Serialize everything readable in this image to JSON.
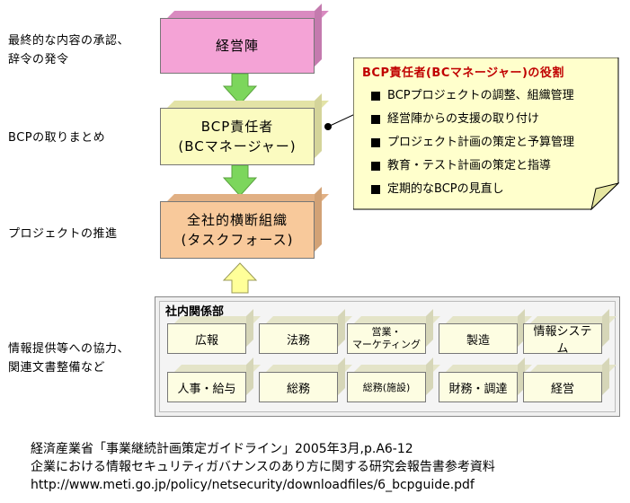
{
  "left_labels": {
    "executive": "最終的な内容の承認、\n辞令の発令",
    "bcp": "BCPの取りまとめ",
    "project": "プロジェクトの推進",
    "info": "情報提供等への協力、\n関連文書整備など"
  },
  "blocks": {
    "executive": "経営陣",
    "bcp_manager_line1": "BCP責任者",
    "bcp_manager_line2": "(BCマネージャー)",
    "task_force_line1": "全社的横断組織",
    "task_force_line2": "(タスクフォース)"
  },
  "note": {
    "title": "BCP責任者(BCマネージャー)の役割",
    "items": [
      "BCPプロジェクトの調整、組織管理",
      "経営陣からの支援の取り付け",
      "プロジェクト計画の策定と予算管理",
      "教育・テスト計画の策定と指導",
      "定期的なBCPの見直し"
    ]
  },
  "departments": {
    "title": "社内関係部",
    "row1": [
      "広報",
      "法務",
      "営業・\nマーケティング",
      "製造",
      "情報システ\nム"
    ],
    "row2": [
      "人事・給与",
      "総務",
      "総務(施設)",
      "財務・調達",
      "経営"
    ]
  },
  "footer": {
    "line1": "経済産業省「事業継続計画策定ガイドライン」2005年3月,p.A6-12",
    "line2": "企業における情報セキュリティガバナンスのあり方に関する研究会報告書参考資料",
    "line3": "http://www.meti.go.jp/policy/netsecurity/downloadfiles/6_bcpguide.pdf"
  },
  "colors": {
    "executive": "#f4a3d6",
    "bcp": "#fbfbc0",
    "taskforce": "#f8c99b",
    "dept": "#fdfde2",
    "note": "#ffffcc",
    "arrow_green": "#7cd65c",
    "arrow_yellow": "#ffff99",
    "title_red": "#c00000"
  }
}
